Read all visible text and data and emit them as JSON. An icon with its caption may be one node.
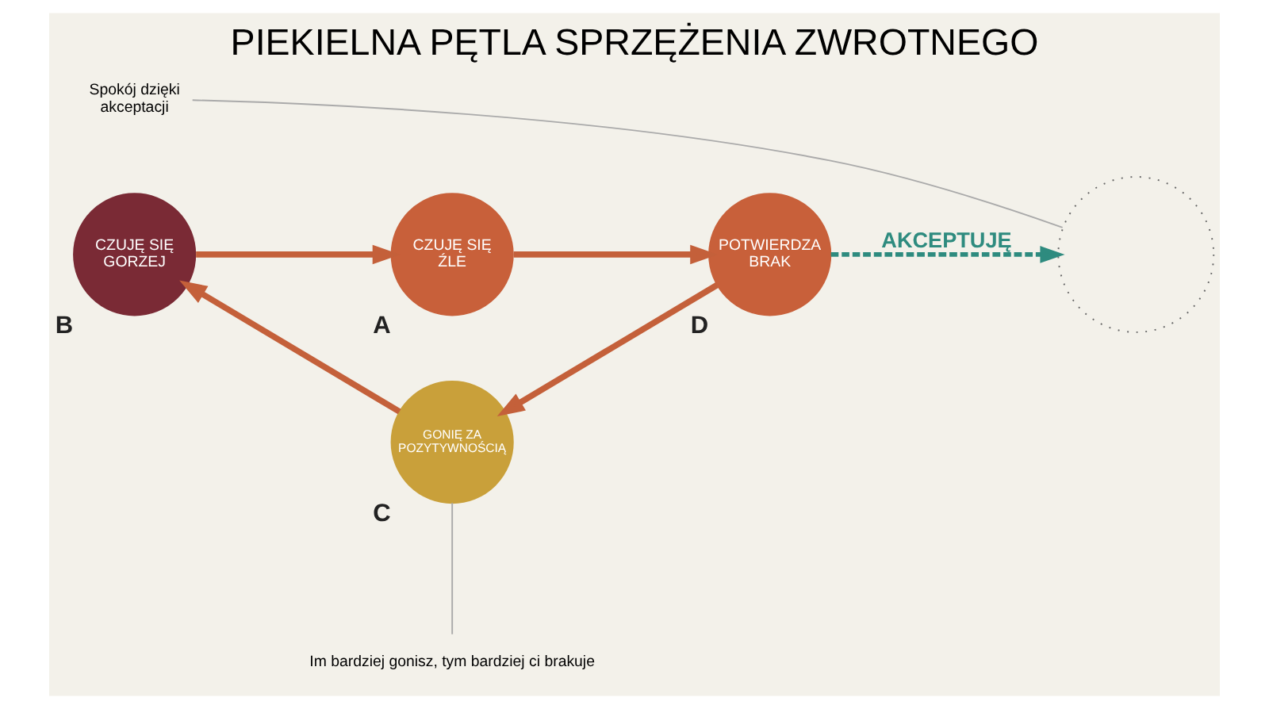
{
  "diagram": {
    "title": "PIEKIELNA PĘTLA SPRZĘŻENIA ZWROTNEGO",
    "nodes": [
      {
        "text": [
          "CZUJĘ SIĘ ŹLE"
        ],
        "beside": [
          "A"
        ]
      },
      {
        "text": [
          "CZUJĘ SIĘ GORZEJ"
        ],
        "beside": [
          "B"
        ]
      },
      {
        "text": [
          "POTWIERDZA BRAK"
        ],
        "beside": [
          "D"
        ]
      },
      {
        "text": [],
        "shape": "person"
      },
      {
        "text": [
          "Spokój dzięki akceptacji"
        ]
      },
      {
        "text": [
          "GONIĘ ZA POZYTYWNOŚCIĄ"
        ],
        "beside": [
          "C"
        ]
      },
      {
        "text": [
          "Im bardziej gonisz, tym bardziej ci brakuje"
        ]
      }
    ],
    "edges": [
      {
        "from": 0,
        "to": 2,
        "arrow": "to"
      },
      {
        "from": 2,
        "to": 5,
        "arrow": "to"
      },
      {
        "from": 5,
        "to": 1,
        "arrow": "to"
      },
      {
        "from": 1,
        "to": 0,
        "arrow": "to"
      },
      {
        "from": 2,
        "to": 3,
        "arrow": "to",
        "label": "AKCEPTUJĘ",
        "style": "dashed",
        "color": "#2e8b7f"
      },
      {
        "from": 4,
        "to": 3,
        "arrow": "none",
        "color": "#aaaaaa"
      },
      {
        "from": 6,
        "to": 5,
        "arrow": "none",
        "color": "#aaaaaa"
      }
    ]
  }
}
